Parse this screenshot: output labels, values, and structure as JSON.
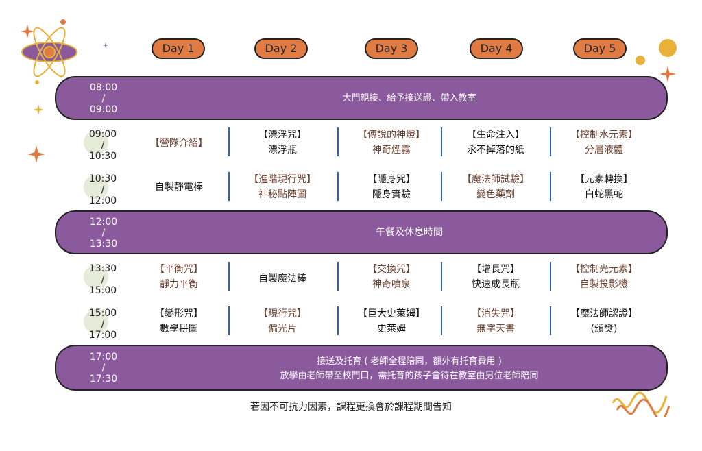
{
  "days": [
    "Day 1",
    "Day 2",
    "Day 3",
    "Day 4",
    "Day 5"
  ],
  "bands": [
    {
      "start": "08:00",
      "sep": "/",
      "end": "09:00",
      "lines": [
        "大門親接、給予接送證、帶入教室"
      ]
    },
    {
      "start": "12:00",
      "sep": "/",
      "end": "13:30",
      "lines": [
        "午餐及休息時間"
      ]
    },
    {
      "start": "17:00",
      "sep": "/",
      "end": "17:30",
      "lines": [
        "接送及托育 ( 老師全程陪同，額外有托育費用 )",
        "放學由老師帶至校門口，需托育的孩子會待在教室由另位老師陪同"
      ]
    }
  ],
  "rows": [
    {
      "start": "09:00",
      "sep": "/",
      "end": "10:30",
      "cells": [
        {
          "l1": "【營隊介紹】",
          "l2": ""
        },
        {
          "l1": "【漂浮咒】",
          "l2": "漂浮瓶"
        },
        {
          "l1": "【傳說的神燈】",
          "l2": "神奇煙霧"
        },
        {
          "l1": "【生命注入】",
          "l2": "永不掉落的紙"
        },
        {
          "l1": "【控制水元素】",
          "l2": "分層液體"
        }
      ]
    },
    {
      "start": "10:30",
      "sep": "/",
      "end": "12:00",
      "cells": [
        {
          "l1": "自製靜電棒",
          "l2": ""
        },
        {
          "l1": "【進階現行咒】",
          "l2": "神秘點陣圖"
        },
        {
          "l1": "【隱身咒】",
          "l2": "隱身實驗"
        },
        {
          "l1": "【魔法師試驗】",
          "l2": "變色藥劑"
        },
        {
          "l1": "【元素轉換】",
          "l2": "白蛇黑蛇"
        }
      ]
    },
    {
      "start": "13:30",
      "sep": "/",
      "end": "15:00",
      "cells": [
        {
          "l1": "【平衡咒】",
          "l2": "靜力平衡"
        },
        {
          "l1": "自製魔法棒",
          "l2": ""
        },
        {
          "l1": "【交換咒】",
          "l2": "神奇噴泉"
        },
        {
          "l1": "【增長咒】",
          "l2": "快速成長瓶"
        },
        {
          "l1": "【控制光元素】",
          "l2": "自製投影機"
        }
      ]
    },
    {
      "start": "15:00",
      "sep": "/",
      "end": "17:00",
      "cells": [
        {
          "l1": "【變形咒】",
          "l2": "數學拼圖"
        },
        {
          "l1": "【現行咒】",
          "l2": "偏光片"
        },
        {
          "l1": "【巨大史萊姆】",
          "l2": "史萊姆"
        },
        {
          "l1": "【消失咒】",
          "l2": "無字天書"
        },
        {
          "l1": "【魔法師認證】",
          "l2": "(頒獎)"
        }
      ]
    }
  ],
  "footer": "若因不可抗力因素，課程更換會於課程期間告知",
  "colors": {
    "band": "#8a5a9c",
    "pill": "#e07b43",
    "divider": "#2f64b3",
    "brown_text": "#6b3f2e",
    "sparkle": "#e07b43",
    "gold": "#e8b23a"
  },
  "icons": [
    "atom-icon",
    "sparkle-icon",
    "wave-icon",
    "dot-icon"
  ]
}
